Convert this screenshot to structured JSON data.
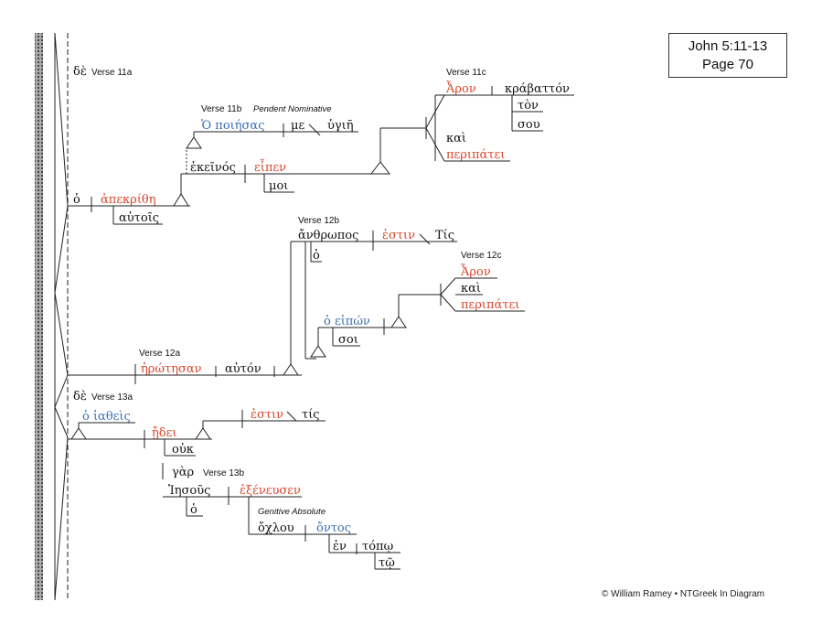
{
  "header": {
    "reference": "John 5:11-13",
    "page": "Page 70"
  },
  "footer": {
    "copyright": "© William Ramey • NTGreek In Diagram"
  },
  "colors": {
    "verb": "#d9452b",
    "participle": "#3b6db3",
    "text": "#111111",
    "line": "#222222"
  },
  "labels": {
    "v11a": "Verse 11a",
    "v11b": "Verse 11b",
    "v11b_note": "Pendent Nominative",
    "v11c": "Verse 11c",
    "v12a": "Verse 12a",
    "v12b": "Verse 12b",
    "v12c": "Verse 12c",
    "v13a": "Verse 13a",
    "v13b": "Verse 13b",
    "v13b_note": "Genitive Absolute"
  },
  "words": {
    "de_11a": "δὲ",
    "ho_11a": "ὁ",
    "apekrithe": "ἀπεκρίθη",
    "autois": "αὐτοῖς",
    "ho_poiesas": "Ὁ ποιήσας",
    "me": "με",
    "hygie": "ὑγιῆ",
    "ekeinos": "ἐκεῖνός",
    "eipen": "εἶπεν",
    "moi": "μοι",
    "aron_11c": "Ἆρον",
    "krabatton": "κράβαττόν",
    "ton": "τὸν",
    "sou": "σου",
    "kai_11c": "καὶ",
    "peripatei_11c": "περιπάτει",
    "anthropos": "ἄνθρωπος",
    "estin_12b": "ἐστιν",
    "tis_12b": "Τίς",
    "ho_12b": "ὁ",
    "ho_eipon": "ὁ εἰπών",
    "soi": "σοι",
    "aron_12c": "Ἆρον",
    "kai_12c": "καὶ",
    "peripatei_12c": "περιπάτει",
    "erotesan": "ἠρώτησαν",
    "auton": "αὐτόν",
    "de_13a": "δὲ",
    "ho_iatheis": "ὁ ἰαθεὶς",
    "edei": "ᾔδει",
    "ouk": "οὐκ",
    "estin_13a": "ἐστιν",
    "tis_13a": "τίς",
    "gar": "γὰρ",
    "iesous": "Ἰησοῦς",
    "exeneusen": "ἐξένευσεν",
    "ho_13b": "ὁ",
    "ochlou": "ὄχλου",
    "ontos": "ὄντος",
    "en": "ἐν",
    "topo": "τόπῳ",
    "to": "τῷ"
  }
}
